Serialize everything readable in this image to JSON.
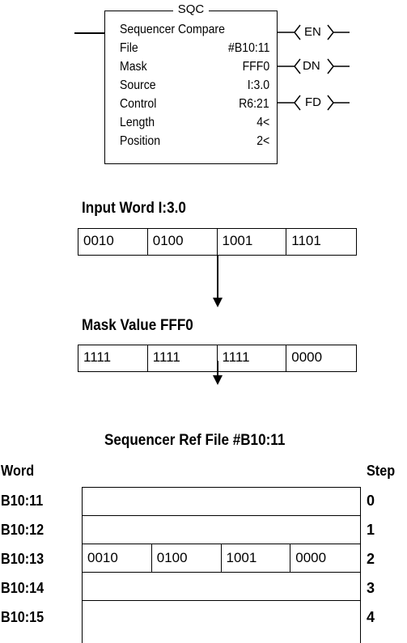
{
  "sqc": {
    "title": "SQC",
    "rows": [
      {
        "label": "Sequencer Compare",
        "value": ""
      },
      {
        "label": "File",
        "value": "#B10:11"
      },
      {
        "label": "Mask",
        "value": "FFF0"
      },
      {
        "label": "Source",
        "value": "I:3.0"
      },
      {
        "label": "Control",
        "value": "R6:21"
      },
      {
        "label": "Length",
        "value": "4<"
      },
      {
        "label": "Position",
        "value": "2<"
      }
    ],
    "outputs": [
      "EN",
      "DN",
      "FD"
    ]
  },
  "input": {
    "heading": "Input Word I:3.0",
    "cells": [
      "0010",
      "0100",
      "1001",
      "1101"
    ]
  },
  "mask": {
    "heading": "Mask Value FFF0",
    "cells": [
      "1111",
      "1111",
      "1111",
      "0000"
    ]
  },
  "ref_file": {
    "heading": "Sequencer Ref File #B10:11",
    "word_header": "Word",
    "step_header": "Step",
    "rows": [
      {
        "word": "B10:11",
        "step": "0",
        "cells": []
      },
      {
        "word": "B10:12",
        "step": "1",
        "cells": []
      },
      {
        "word": "B10:13",
        "step": "2",
        "cells": [
          "0010",
          "0100",
          "1001",
          "0000"
        ]
      },
      {
        "word": "B10:14",
        "step": "3",
        "cells": []
      },
      {
        "word": "B10:15",
        "step": "4",
        "cells": []
      }
    ]
  }
}
